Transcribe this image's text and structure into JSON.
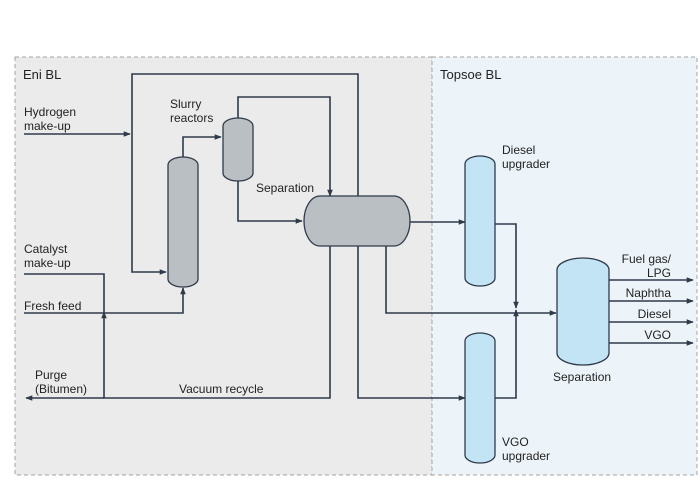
{
  "colors": {
    "eni_zone": "#ebebeb",
    "topsoe_zone": "#edf4f9",
    "zone_border": "#a3a3a3",
    "eni_vessel": "#babfc4",
    "topsoe_vessel": "#c3e4f4",
    "vessel_stroke": "#2f3a4a",
    "line": "#2f3a4a"
  },
  "zones": {
    "eni": "Eni BL",
    "topsoe": "Topsoe BL"
  },
  "labels": {
    "hydrogen_1": "Hydrogen",
    "hydrogen_2": "make-up",
    "catalyst_1": "Catalyst",
    "catalyst_2": "make-up",
    "fresh_feed": "Fresh feed",
    "purge_1": "Purge",
    "purge_2": "(Bitumen)",
    "vacuum_recycle": "Vacuum recycle",
    "slurry_1": "Slurry",
    "slurry_2": "reactors",
    "separation_eni": "Separation",
    "diesel_upgrader_1": "Diesel",
    "diesel_upgrader_2": "upgrader",
    "vgo_upgrader_1": "VGO",
    "vgo_upgrader_2": "upgrader",
    "separation_topsoe": "Separation"
  },
  "products": {
    "fuel_gas_1": "Fuel gas/",
    "fuel_gas_2": "LPG",
    "naphtha": "Naphtha",
    "diesel": "Diesel",
    "vgo": "VGO"
  }
}
